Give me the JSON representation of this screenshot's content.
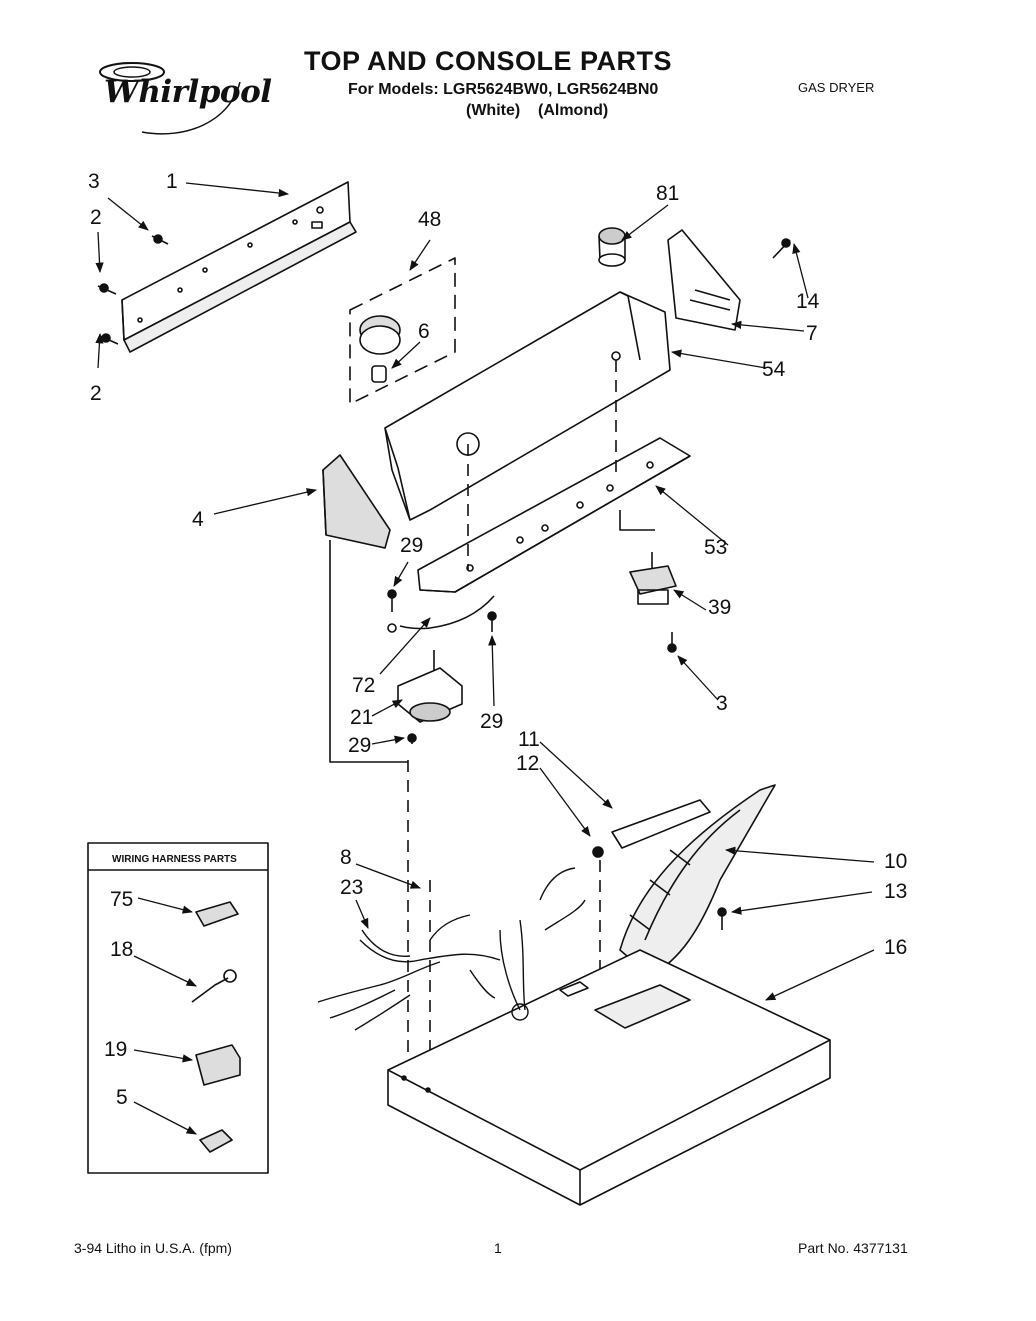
{
  "header": {
    "brand": "Whirlpool",
    "title": "TOP AND CONSOLE PARTS",
    "models_line": "For Models: LGR5624BW0, LGR5624BN0",
    "colors_line": "(White)    (Almond)",
    "product_type": "GAS DRYER"
  },
  "inset": {
    "title": "WIRING HARNESS PARTS"
  },
  "callouts": [
    {
      "id": "c1",
      "label": "1"
    },
    {
      "id": "c3a",
      "label": "3"
    },
    {
      "id": "c2a",
      "label": "2"
    },
    {
      "id": "c2b",
      "label": "2"
    },
    {
      "id": "c48",
      "label": "48"
    },
    {
      "id": "c6",
      "label": "6"
    },
    {
      "id": "c81",
      "label": "81"
    },
    {
      "id": "c14",
      "label": "14"
    },
    {
      "id": "c7",
      "label": "7"
    },
    {
      "id": "c54",
      "label": "54"
    },
    {
      "id": "c4",
      "label": "4"
    },
    {
      "id": "c29a",
      "label": "29"
    },
    {
      "id": "c53",
      "label": "53"
    },
    {
      "id": "c39",
      "label": "39"
    },
    {
      "id": "c72",
      "label": "72"
    },
    {
      "id": "c21",
      "label": "21"
    },
    {
      "id": "c29b",
      "label": "29"
    },
    {
      "id": "c29c",
      "label": "29"
    },
    {
      "id": "c3b",
      "label": "3"
    },
    {
      "id": "c11",
      "label": "11"
    },
    {
      "id": "c12",
      "label": "12"
    },
    {
      "id": "c8",
      "label": "8"
    },
    {
      "id": "c23",
      "label": "23"
    },
    {
      "id": "c10",
      "label": "10"
    },
    {
      "id": "c13",
      "label": "13"
    },
    {
      "id": "c16",
      "label": "16"
    },
    {
      "id": "c75",
      "label": "75"
    },
    {
      "id": "c18",
      "label": "18"
    },
    {
      "id": "c19",
      "label": "19"
    },
    {
      "id": "c5",
      "label": "5"
    }
  ],
  "footer": {
    "left": "3-94 Litho in U.S.A. (fpm)",
    "center": "1",
    "right": "Part No. 4377131"
  }
}
